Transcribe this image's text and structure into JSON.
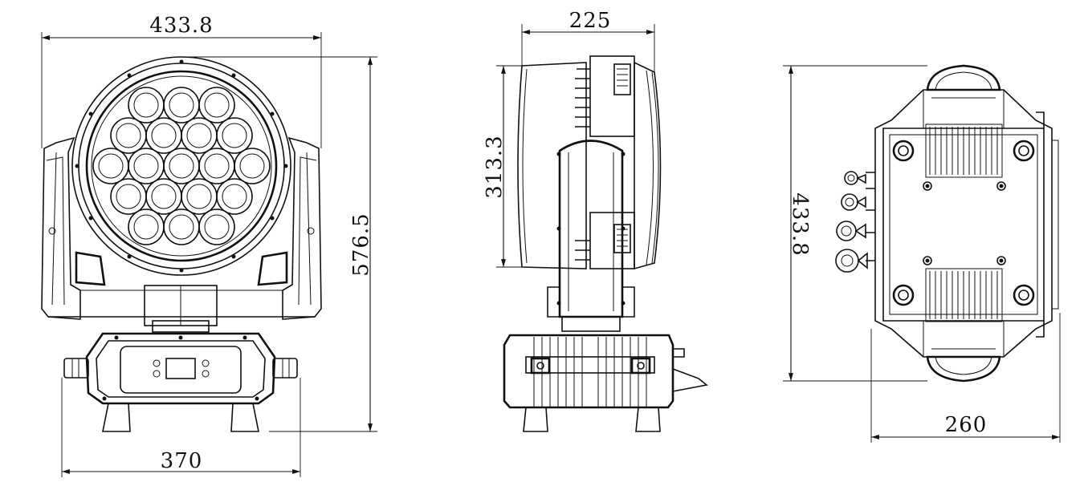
{
  "dimensions": {
    "front_width": "433.8",
    "front_height": "576.5",
    "base_width": "370",
    "side_depth": "225",
    "side_head_height": "313.3",
    "top_length": "433.8",
    "top_width": "260"
  },
  "views": [
    "front",
    "side",
    "top"
  ],
  "colors": {
    "line": "#111111",
    "background": "#ffffff"
  }
}
